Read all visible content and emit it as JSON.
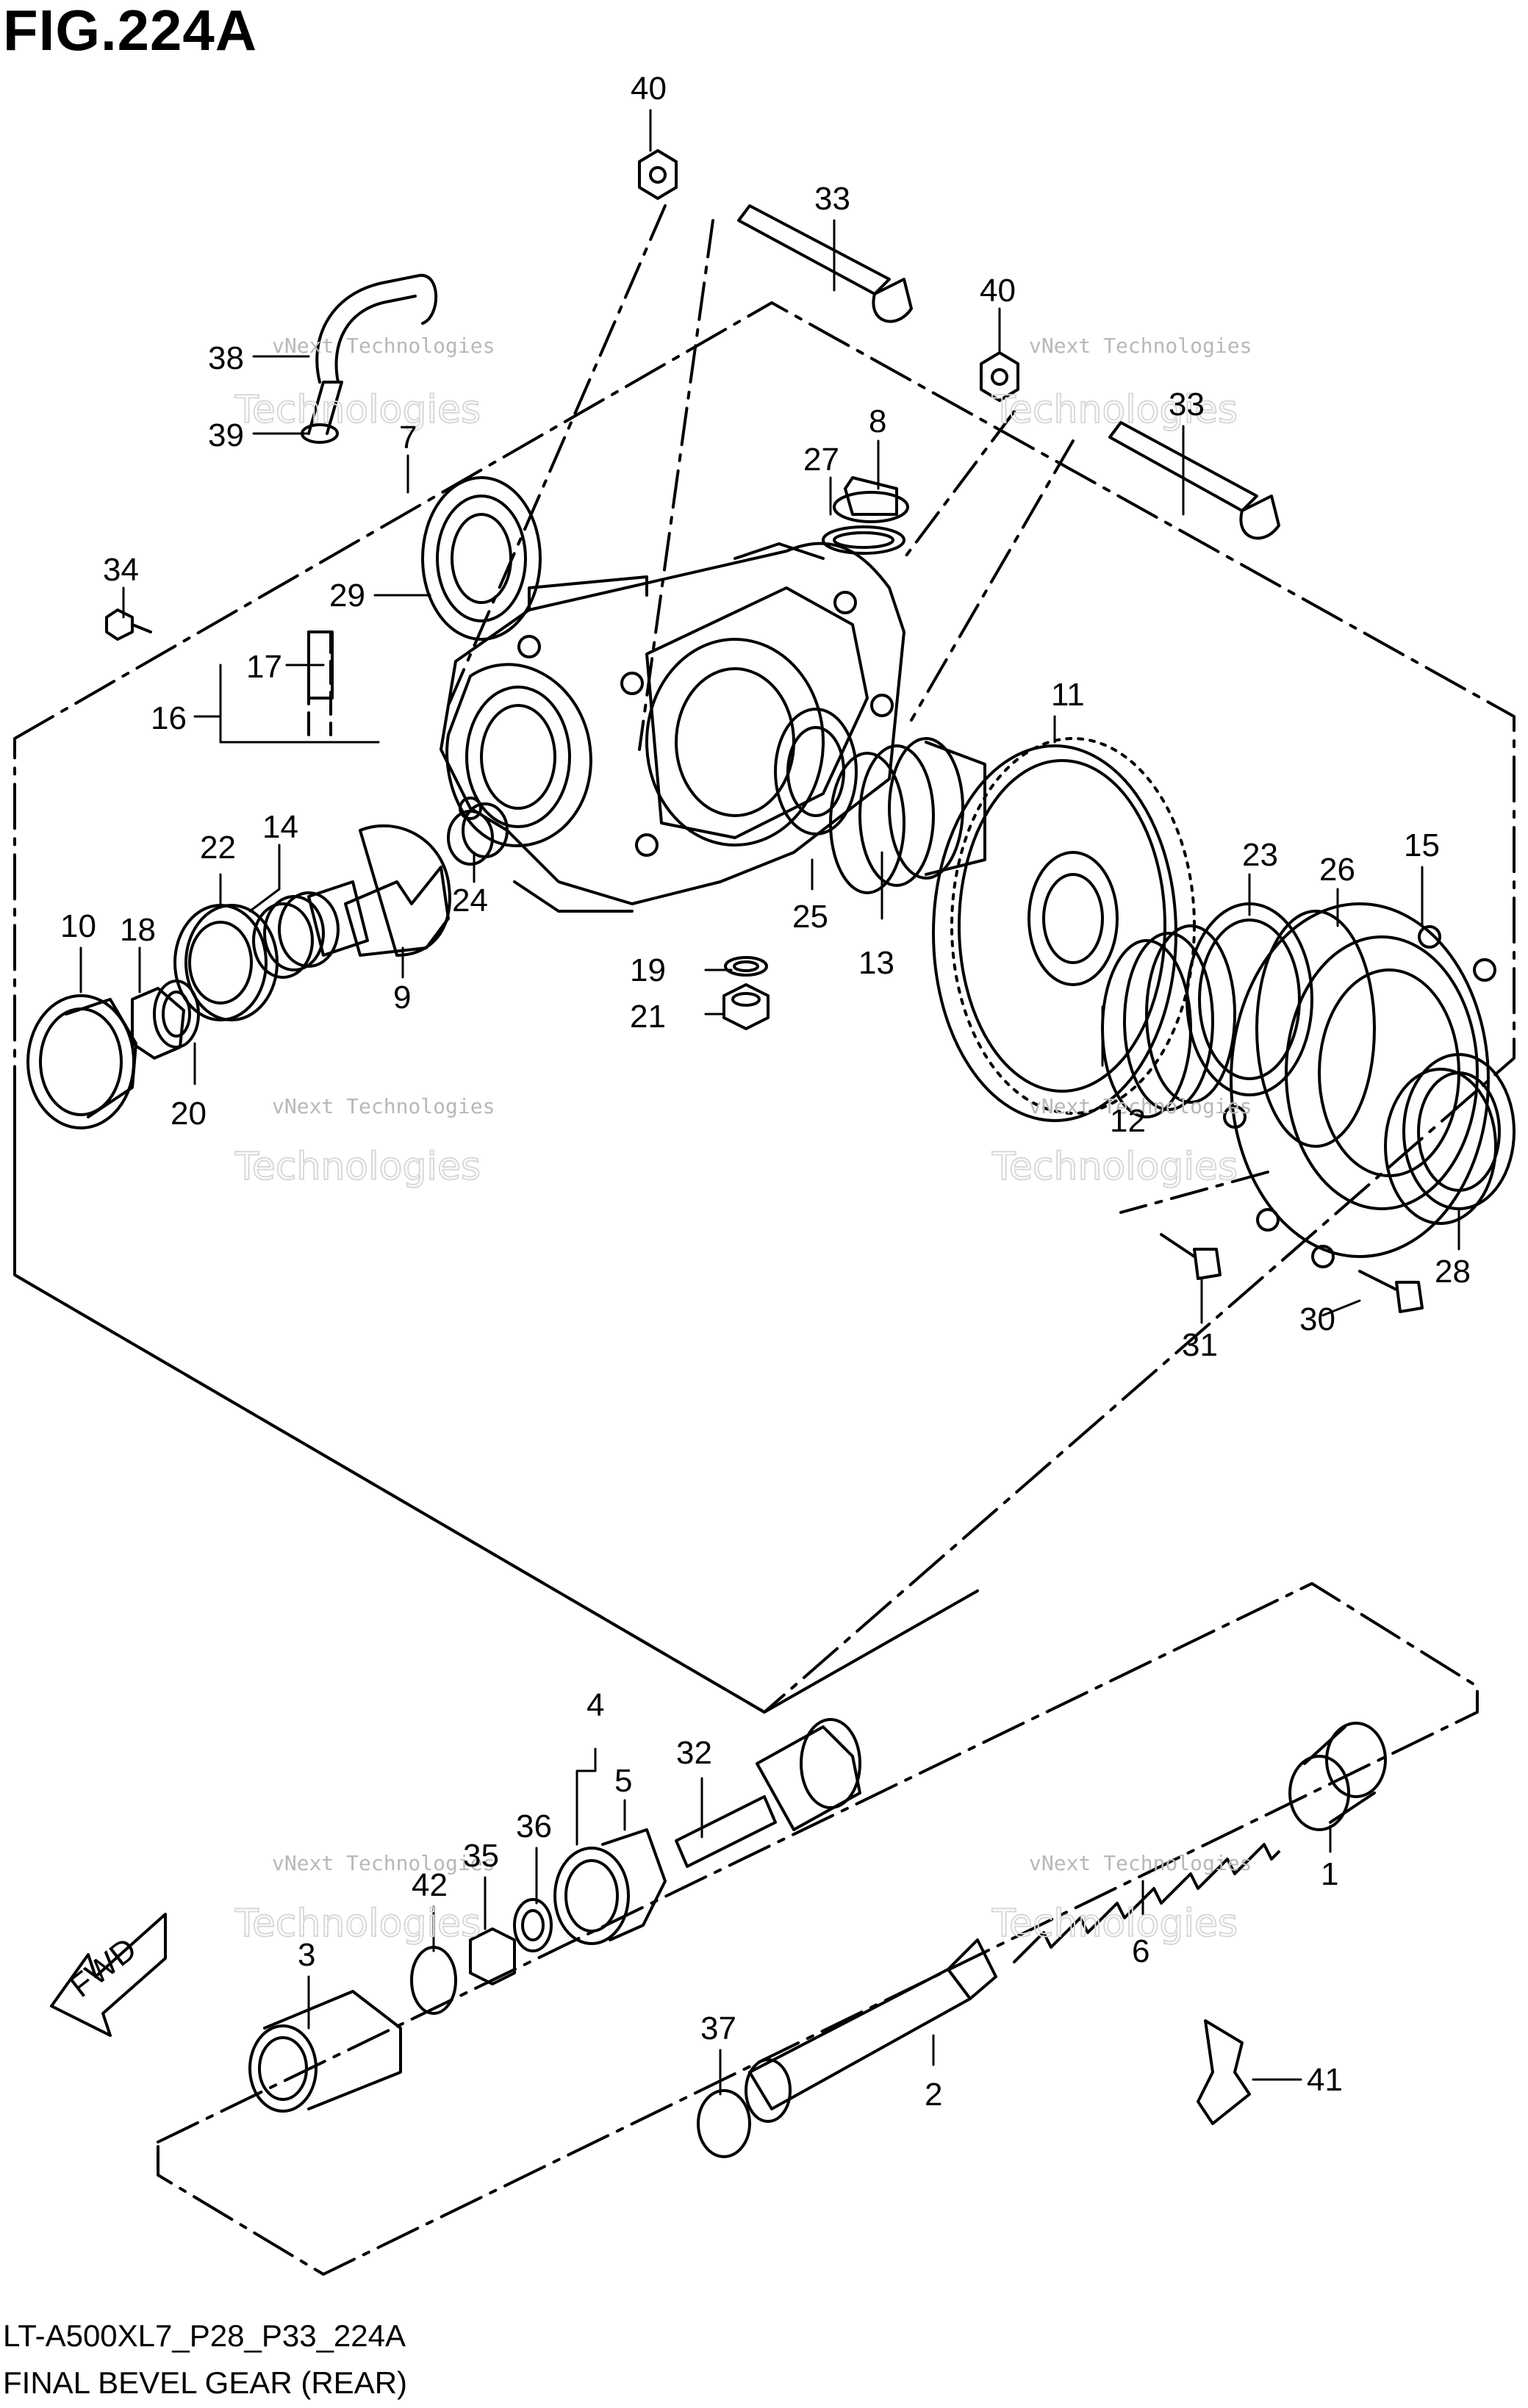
{
  "figure": {
    "title": "FIG.224A",
    "code": "LT-A500XL7_P28_P33_224A",
    "name": "FINAL BEVEL GEAR (REAR)"
  },
  "watermark": {
    "line1": "vNext Technologies",
    "line2": "Technologies",
    "line3": "vNext"
  },
  "fwd_label": "FWD",
  "callouts": [
    "40",
    "33",
    "40",
    "33",
    "38",
    "39",
    "8",
    "27",
    "7",
    "34",
    "29",
    "17",
    "16",
    "11",
    "22",
    "14",
    "10",
    "18",
    "24",
    "23",
    "26",
    "15",
    "9",
    "25",
    "19",
    "13",
    "21",
    "20",
    "12",
    "28",
    "31",
    "30",
    "4",
    "32",
    "5",
    "36",
    "35",
    "42",
    "1",
    "6",
    "3",
    "37",
    "2",
    "41"
  ]
}
